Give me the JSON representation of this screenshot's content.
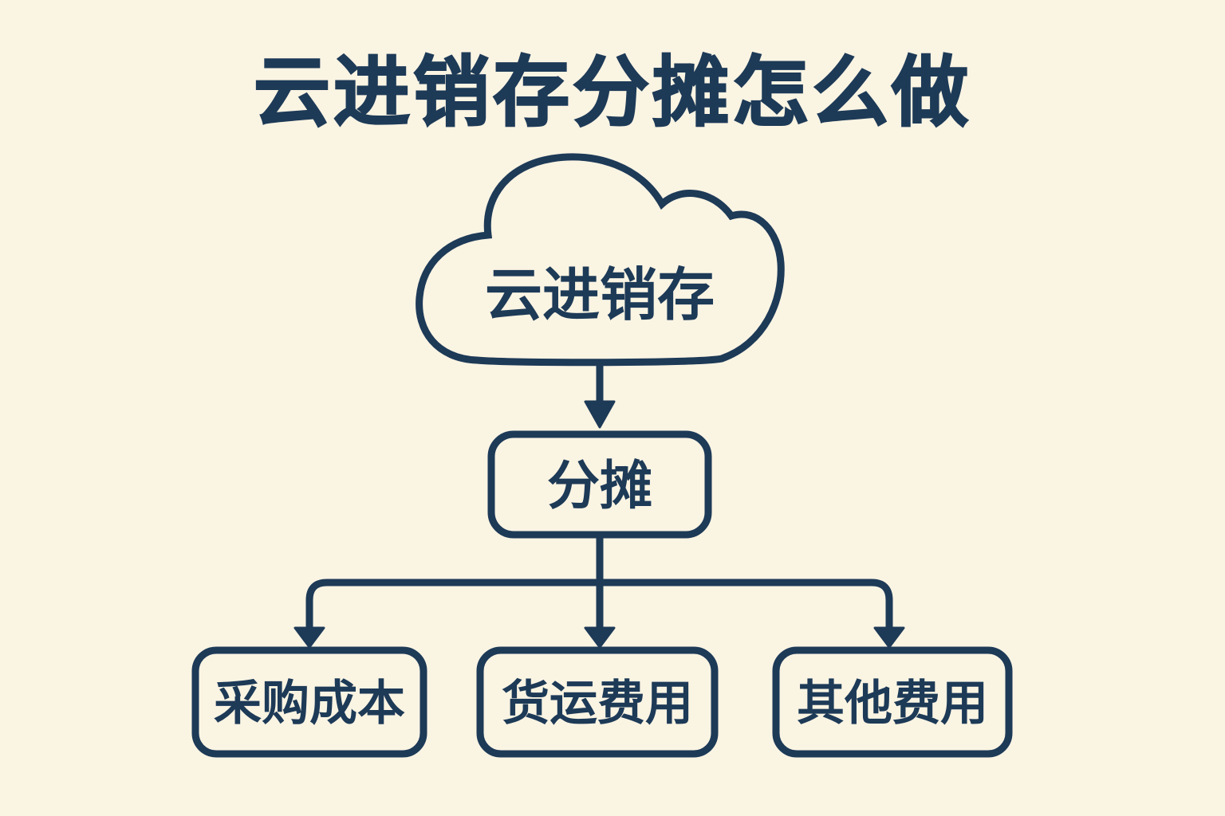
{
  "page": {
    "background_color": "#faf4e3",
    "accent_color": "#1d3a57"
  },
  "title": "云进销存分摊怎么做",
  "diagram": {
    "type": "flowchart",
    "root": {
      "shape": "cloud",
      "label": "云进销存"
    },
    "center": {
      "shape": "rounded-rectangle",
      "label": "分摊"
    },
    "children": [
      {
        "shape": "rounded-rectangle",
        "label": "采购成本"
      },
      {
        "shape": "rounded-rectangle",
        "label": "货运费用"
      },
      {
        "shape": "rounded-rectangle",
        "label": "其他费用"
      }
    ],
    "edges": [
      {
        "from": "云进销存",
        "to": "分摊",
        "style": "arrow"
      },
      {
        "from": "分摊",
        "to": "采购成本",
        "style": "arrow"
      },
      {
        "from": "分摊",
        "to": "货运费用",
        "style": "arrow"
      },
      {
        "from": "分摊",
        "to": "其他费用",
        "style": "arrow"
      }
    ]
  }
}
